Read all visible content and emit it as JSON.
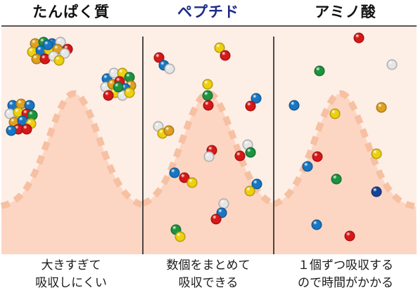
{
  "colors": {
    "panel_bg": "#fdeee6",
    "hill_fill": "#fcd6c3",
    "dash": "#f6c0a2",
    "border": "#222222",
    "title_black": "#111111",
    "title_blue": "#1b2a88",
    "balls": {
      "red": "#d81818",
      "blue": "#1777c4",
      "yellow": "#efd00e",
      "gold": "#dfa11e",
      "green": "#1c9440",
      "white": "#e6e6e6",
      "navy": "#16449a"
    }
  },
  "panels": [
    {
      "title": "たんぱく質",
      "title_color": "#111111",
      "caption": [
        "大きすぎて",
        "吸収しにくい"
      ]
    },
    {
      "title": "ペプチド",
      "title_color": "#1b2a88",
      "caption": [
        "数個をまとめて",
        "吸収できる"
      ]
    },
    {
      "title": "アミノ酸",
      "title_color": "#111111",
      "caption": [
        "１個ずつ吸収する",
        "ので時間がかかる"
      ]
    }
  ]
}
